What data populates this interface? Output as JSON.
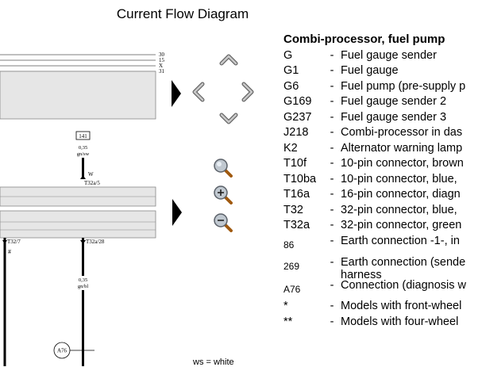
{
  "title": "Current Flow Diagram",
  "diagram": {
    "bus_labels": [
      "30",
      "15",
      "X",
      "31"
    ],
    "fuse": "141",
    "upper_wire": {
      "size": "0,35",
      "color": "gn/sw"
    },
    "pin_w": "W",
    "pin_t32a5": "T32a/5",
    "pin_t32_7": "T32/7",
    "pin_t32a_28": "T32a/28",
    "hash": "#",
    "lower_wire": {
      "size": "0,35",
      "color": "gn/bl"
    },
    "connection": "A76",
    "color_key": "ws = white"
  },
  "legend": {
    "title": "Combi-processor, fuel pump",
    "dash": "-",
    "items": [
      {
        "code": "G",
        "desc": "Fuel gauge sender"
      },
      {
        "code": "G1",
        "desc": "Fuel gauge"
      },
      {
        "code": "G6",
        "desc": "Fuel pump (pre-supply p"
      },
      {
        "code": "G169",
        "desc": "Fuel gauge sender 2"
      },
      {
        "code": "G237",
        "desc": "Fuel gauge sender 3"
      },
      {
        "code": "J218",
        "desc": "Combi-processor in das"
      },
      {
        "code": "K2",
        "desc": "Alternator warning lamp"
      },
      {
        "code": "T10f",
        "desc": "10-pin connector, brown"
      },
      {
        "code": "T10ba",
        "desc": "10-pin connector, blue,"
      },
      {
        "code": "T16a",
        "desc": "16-pin connector, diagn"
      },
      {
        "code": "T32",
        "desc": "32-pin connector, blue,"
      },
      {
        "code": "T32a",
        "desc": "32-pin connector, green"
      },
      {
        "code": "86",
        "desc": "Earth connection -1-, in"
      },
      {
        "code": "269",
        "desc": "Earth connection (sende",
        "desc2": "harness"
      },
      {
        "code": "A76",
        "desc": "Connection (diagnosis w"
      },
      {
        "code": "*",
        "desc": "Models with front-wheel"
      },
      {
        "code": "**",
        "desc": "Models with four-wheel"
      }
    ]
  }
}
